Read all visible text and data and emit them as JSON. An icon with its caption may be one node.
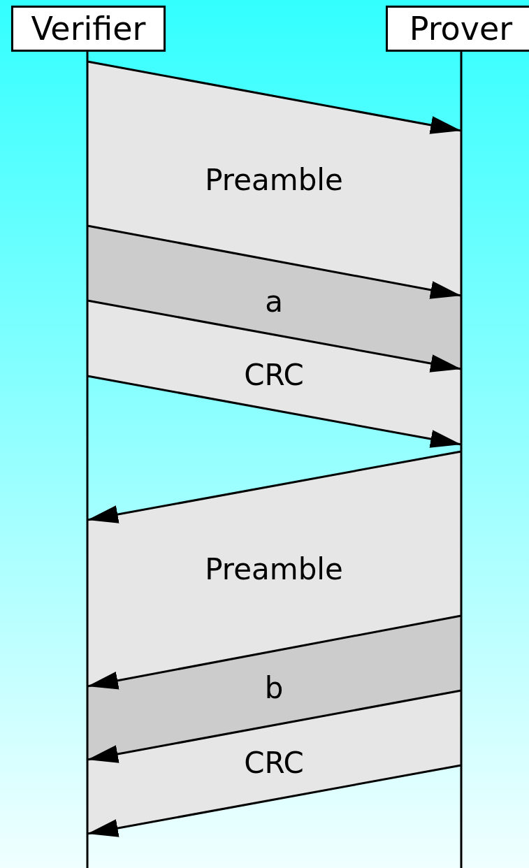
{
  "diagram": {
    "nodes": [
      {
        "text": [
          "Verifier"
        ]
      },
      {
        "text": [
          "Prover"
        ]
      },
      {
        "text": [
          "Preamble"
        ]
      },
      {
        "text": [
          "a"
        ]
      },
      {
        "text": [
          "CRC"
        ]
      },
      {
        "text": [
          "Preamble"
        ]
      },
      {
        "text": [
          "b"
        ]
      },
      {
        "text": [
          "CRC"
        ]
      }
    ],
    "edges": [
      {
        "from": 0,
        "to": 1,
        "arrow": "to"
      },
      {
        "from": 0,
        "to": 1,
        "arrow": "to"
      },
      {
        "from": 0,
        "to": 1,
        "arrow": "to"
      },
      {
        "from": 0,
        "to": 1,
        "arrow": "to"
      },
      {
        "from": 1,
        "to": 0,
        "arrow": "to"
      },
      {
        "from": 1,
        "to": 0,
        "arrow": "to"
      },
      {
        "from": 1,
        "to": 0,
        "arrow": "to"
      },
      {
        "from": 1,
        "to": 0,
        "arrow": "to"
      }
    ]
  }
}
